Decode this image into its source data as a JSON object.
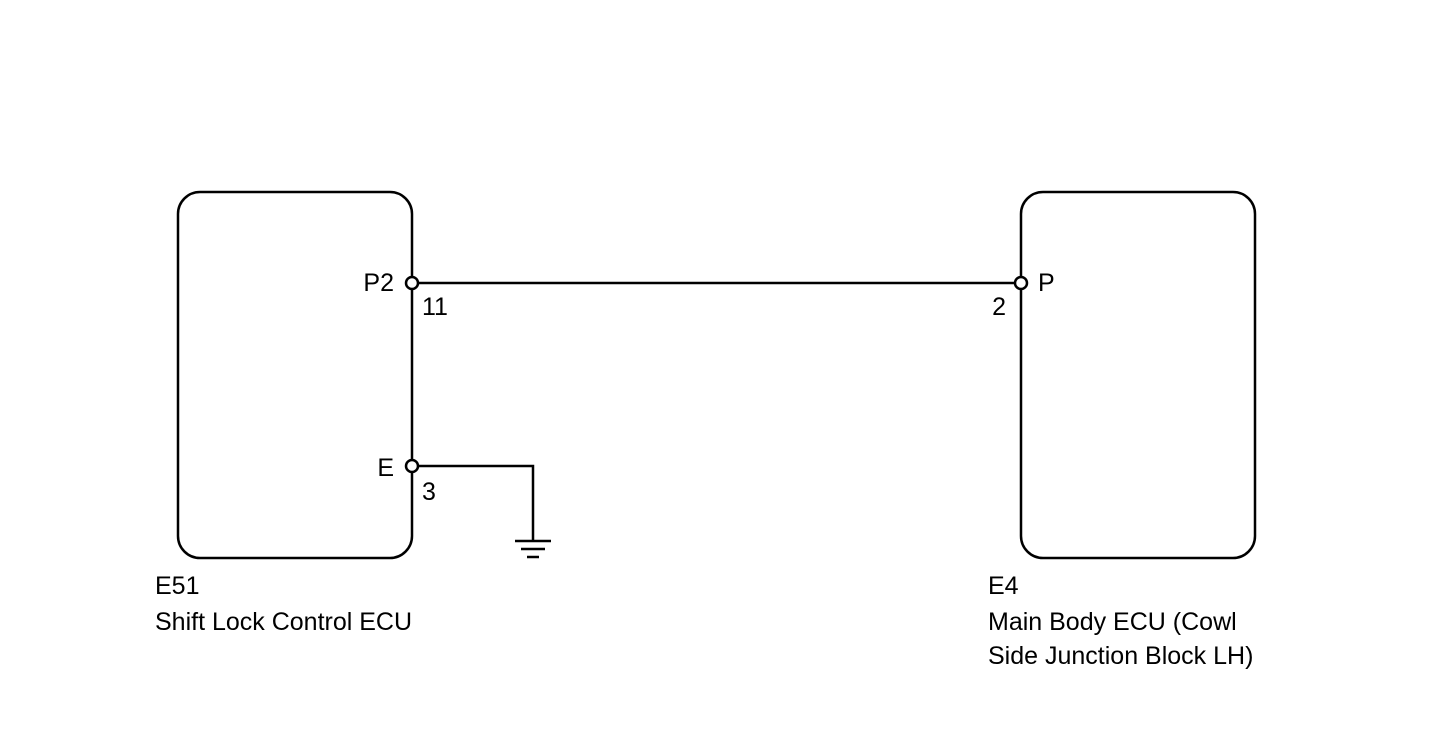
{
  "components": {
    "left": {
      "code": "E51",
      "name": "Shift Lock Control ECU",
      "terminals": {
        "top": {
          "name": "P2",
          "pin": "11"
        },
        "bottom": {
          "name": "E",
          "pin": "3"
        }
      }
    },
    "right": {
      "code": "E4",
      "name_line1": "Main Body ECU (Cowl",
      "name_line2": "Side Junction Block LH)",
      "terminals": {
        "top": {
          "name": "P",
          "pin": "2"
        }
      }
    }
  },
  "icons": {
    "ground": "ground-symbol-icon"
  },
  "colors": {
    "line": "#000000",
    "background": "#ffffff"
  }
}
